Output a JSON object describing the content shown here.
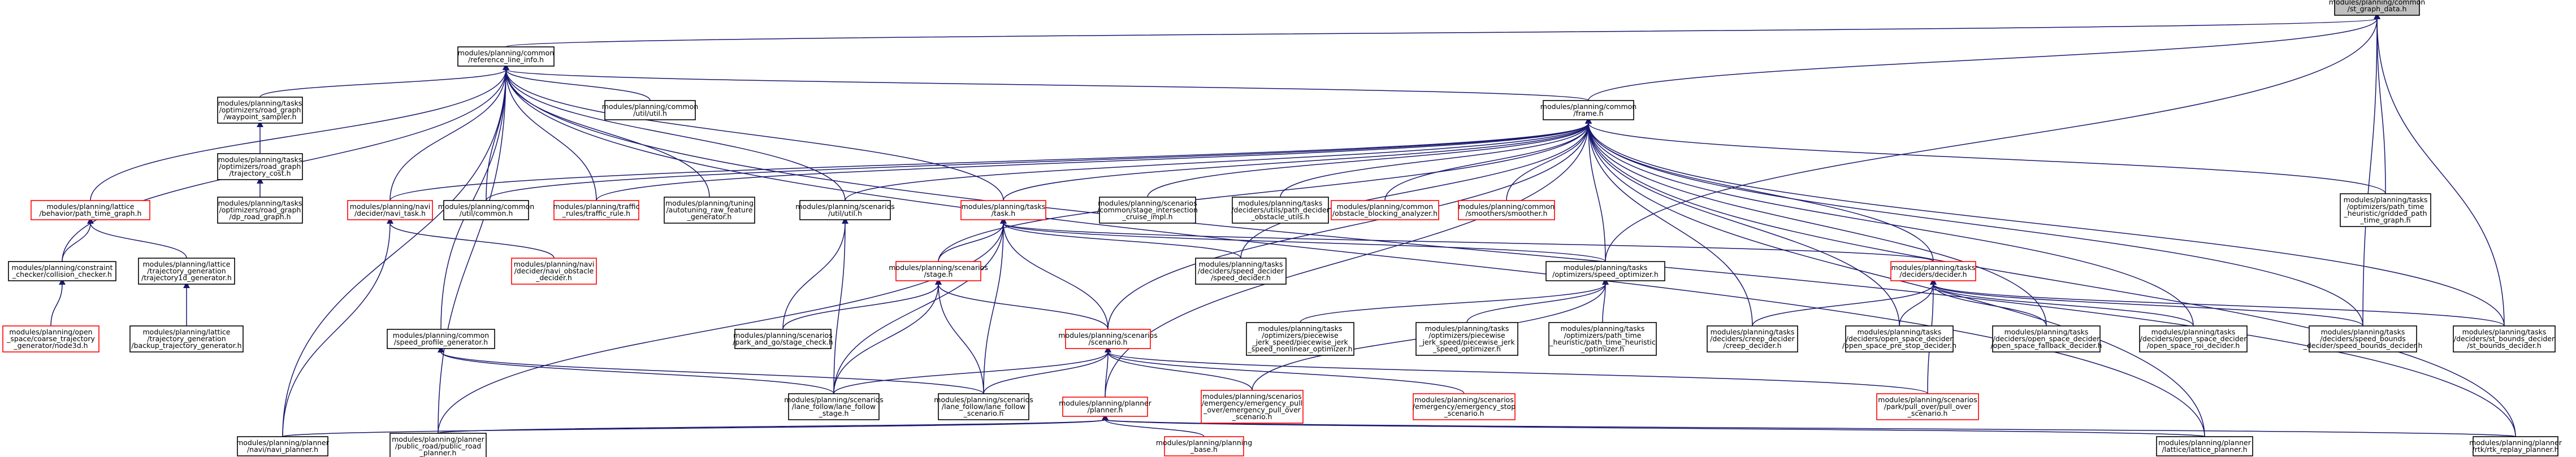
{
  "colors": {
    "edge": "#191970",
    "normal_border": "#000000",
    "missing_border": "#ff0000",
    "root_fill": "#bfbfbf"
  },
  "nodes": [
    {
      "id": "root",
      "lines": [
        "modules/planning/common",
        "/st_graph_data.h"
      ],
      "border": "black",
      "kind": "root"
    },
    {
      "id": "ref",
      "lines": [
        "modules/planning/common",
        "/reference_line_info.h"
      ],
      "border": "black"
    },
    {
      "id": "frame",
      "lines": [
        "modules/planning/common",
        "/frame.h"
      ],
      "border": "black"
    },
    {
      "id": "waypoint",
      "lines": [
        "modules/planning/tasks",
        "/optimizers/road_graph",
        "/waypoint_sampler.h"
      ],
      "border": "black"
    },
    {
      "id": "trajcost",
      "lines": [
        "modules/planning/tasks",
        "/optimizers/road_graph",
        "/trajectory_cost.h"
      ],
      "border": "black"
    },
    {
      "id": "commonutil",
      "lines": [
        "modules/planning/common",
        "/util/util.h"
      ],
      "border": "black"
    },
    {
      "id": "pathtimegraph",
      "lines": [
        "modules/planning/lattice",
        "/behavior/path_time_graph.h"
      ],
      "border": "red"
    },
    {
      "id": "dpstgraph",
      "lines": [
        "modules/planning/tasks",
        "/optimizers/road_graph",
        "/dp_road_graph.h"
      ],
      "border": "black"
    },
    {
      "id": "navitask",
      "lines": [
        "modules/planning/navi",
        "/decider/navi_task.h"
      ],
      "border": "red"
    },
    {
      "id": "utilcommon",
      "lines": [
        "modules/planning/common",
        "/util/common.h"
      ],
      "border": "black"
    },
    {
      "id": "trafficrule",
      "lines": [
        "modules/planning/traffic",
        "_rules/traffic_rule.h"
      ],
      "border": "red"
    },
    {
      "id": "tuning",
      "lines": [
        "modules/planning/tuning",
        "/autotuning_raw_feature",
        "_generator.h"
      ],
      "border": "black"
    },
    {
      "id": "scenutil",
      "lines": [
        "modules/planning/scenarios",
        "/util/util.h"
      ],
      "border": "black"
    },
    {
      "id": "task",
      "lines": [
        "modules/planning/tasks",
        "/task.h"
      ],
      "border": "red"
    },
    {
      "id": "stageint",
      "lines": [
        "modules/planning/scenarios",
        "/common/stage_intersection",
        "_cruise_impl.h"
      ],
      "border": "black"
    },
    {
      "id": "pathdecider",
      "lines": [
        "modules/planning/tasks",
        "/deciders/utils/path_decider",
        "_obstacle_utils.h"
      ],
      "border": "black"
    },
    {
      "id": "obstblock",
      "lines": [
        "modules/planning/common",
        "/obstacle_blocking_analyzer.h"
      ],
      "border": "red"
    },
    {
      "id": "smoother",
      "lines": [
        "modules/planning/common",
        "/smoothers/smoother.h"
      ],
      "border": "red"
    },
    {
      "id": "timegraph",
      "lines": [
        "modules/planning/tasks",
        "/optimizers/path_time",
        "_heuristic/gridded_path",
        "_time_graph.h"
      ],
      "border": "black"
    },
    {
      "id": "collision",
      "lines": [
        "modules/planning/constraint",
        "_checker/collision_checker.h"
      ],
      "border": "black"
    },
    {
      "id": "traj1d",
      "lines": [
        "modules/planning/lattice",
        "/trajectory_generation",
        "/trajectory1d_generator.h"
      ],
      "border": "black"
    },
    {
      "id": "navistatic",
      "lines": [
        "modules/planning/navi",
        "/decider/navi_obstacle",
        "_decider.h"
      ],
      "border": "red"
    },
    {
      "id": "stage",
      "lines": [
        "modules/planning/scenarios",
        "/stage.h"
      ],
      "border": "red"
    },
    {
      "id": "speeddecider",
      "lines": [
        "modules/planning/tasks",
        "/deciders/speed_decider",
        "/speed_decider.h"
      ],
      "border": "black"
    },
    {
      "id": "speedopt",
      "lines": [
        "modules/planning/tasks",
        "/optimizers/speed_optimizer.h"
      ],
      "border": "black"
    },
    {
      "id": "decider",
      "lines": [
        "modules/planning/tasks",
        "/deciders/decider.h"
      ],
      "border": "red"
    },
    {
      "id": "openspace",
      "lines": [
        "modules/planning/open",
        "_space/coarse_trajectory",
        "_generator/node3d.h"
      ],
      "border": "red"
    },
    {
      "id": "backup",
      "lines": [
        "modules/planning/lattice",
        "/trajectory_generation",
        "/backup_trajectory_generator.h"
      ],
      "border": "black"
    },
    {
      "id": "speedprofile",
      "lines": [
        "modules/planning/common",
        "/speed_profile_generator.h"
      ],
      "border": "black"
    },
    {
      "id": "parkgarage",
      "lines": [
        "modules/planning/scenarios",
        "/park_and_go/stage_check.h"
      ],
      "border": "black"
    },
    {
      "id": "scenario",
      "lines": [
        "modules/planning/scenarios",
        "/scenario.h"
      ],
      "border": "red"
    },
    {
      "id": "pwjerkopt",
      "lines": [
        "modules/planning/tasks",
        "/optimizers/piecewise",
        "_jerk_speed/piecewise_jerk",
        "_speed_nonlinear_optimizer.h"
      ],
      "border": "black"
    },
    {
      "id": "pwjerk",
      "lines": [
        "modules/planning/tasks",
        "/optimizers/piecewise",
        "_jerk_speed/piecewise_jerk",
        "_speed_optimizer.h"
      ],
      "border": "black"
    },
    {
      "id": "pathtimeopt",
      "lines": [
        "modules/planning/tasks",
        "/optimizers/path_time",
        "_heuristic/path_time_heuristic",
        "_optimizer.h"
      ],
      "border": "black"
    },
    {
      "id": "creep",
      "lines": [
        "modules/planning/tasks",
        "/deciders/creep_decider",
        "/creep_decider.h"
      ],
      "border": "black"
    },
    {
      "id": "openprestop",
      "lines": [
        "modules/planning/tasks",
        "/deciders/open_space_decider",
        "/open_space_pre_stop_decider.h"
      ],
      "border": "black"
    },
    {
      "id": "openfallback",
      "lines": [
        "modules/planning/tasks",
        "/deciders/open_space_decider",
        "/open_space_fallback_decider.h"
      ],
      "border": "black"
    },
    {
      "id": "openroi",
      "lines": [
        "modules/planning/tasks",
        "/deciders/open_space_decider",
        "/open_space_roi_decider.h"
      ],
      "border": "black"
    },
    {
      "id": "speedbounds",
      "lines": [
        "modules/planning/tasks",
        "/deciders/speed_bounds",
        "_decider/speed_bounds_decider.h"
      ],
      "border": "black"
    },
    {
      "id": "stbounds",
      "lines": [
        "modules/planning/tasks",
        "/deciders/st_bounds_decider",
        "/st_bounds_decider.h"
      ],
      "border": "black"
    },
    {
      "id": "lfstage",
      "lines": [
        "modules/planning/scenarios",
        "/lane_follow/lane_follow",
        "_stage.h"
      ],
      "border": "black"
    },
    {
      "id": "lfscen",
      "lines": [
        "modules/planning/scenarios",
        "/lane_follow/lane_follow",
        "_scenario.h"
      ],
      "border": "black"
    },
    {
      "id": "emergpull",
      "lines": [
        "modules/planning/scenarios",
        "/emergency/emergency_pull",
        "_over/emergency_pull_over",
        "_scenario.h"
      ],
      "border": "red"
    },
    {
      "id": "emergstop",
      "lines": [
        "modules/planning/scenarios",
        "/emergency/emergency_stop",
        "_scenario.h"
      ],
      "border": "red"
    },
    {
      "id": "pullover",
      "lines": [
        "modules/planning/scenarios",
        "/park/pull_over/pull_over",
        "_scenario.h"
      ],
      "border": "red"
    },
    {
      "id": "planner",
      "lines": [
        "modules/planning/planner",
        "/planner.h"
      ],
      "border": "red"
    },
    {
      "id": "navip",
      "lines": [
        "modules/planning/planner",
        "/navi/navi_planner.h"
      ],
      "border": "black"
    },
    {
      "id": "publicroad",
      "lines": [
        "modules/planning/planner",
        "/public_road/public_road",
        "_planner.h"
      ],
      "border": "black"
    },
    {
      "id": "base",
      "lines": [
        "modules/planning/planning",
        "_base.h"
      ],
      "border": "red"
    },
    {
      "id": "lattice",
      "lines": [
        "modules/planning/planner",
        "/lattice/lattice_planner.h"
      ],
      "border": "black"
    },
    {
      "id": "rtk",
      "lines": [
        "modules/planning/planner",
        "/rtk/rtk_replay_planner.h"
      ],
      "border": "black"
    }
  ]
}
